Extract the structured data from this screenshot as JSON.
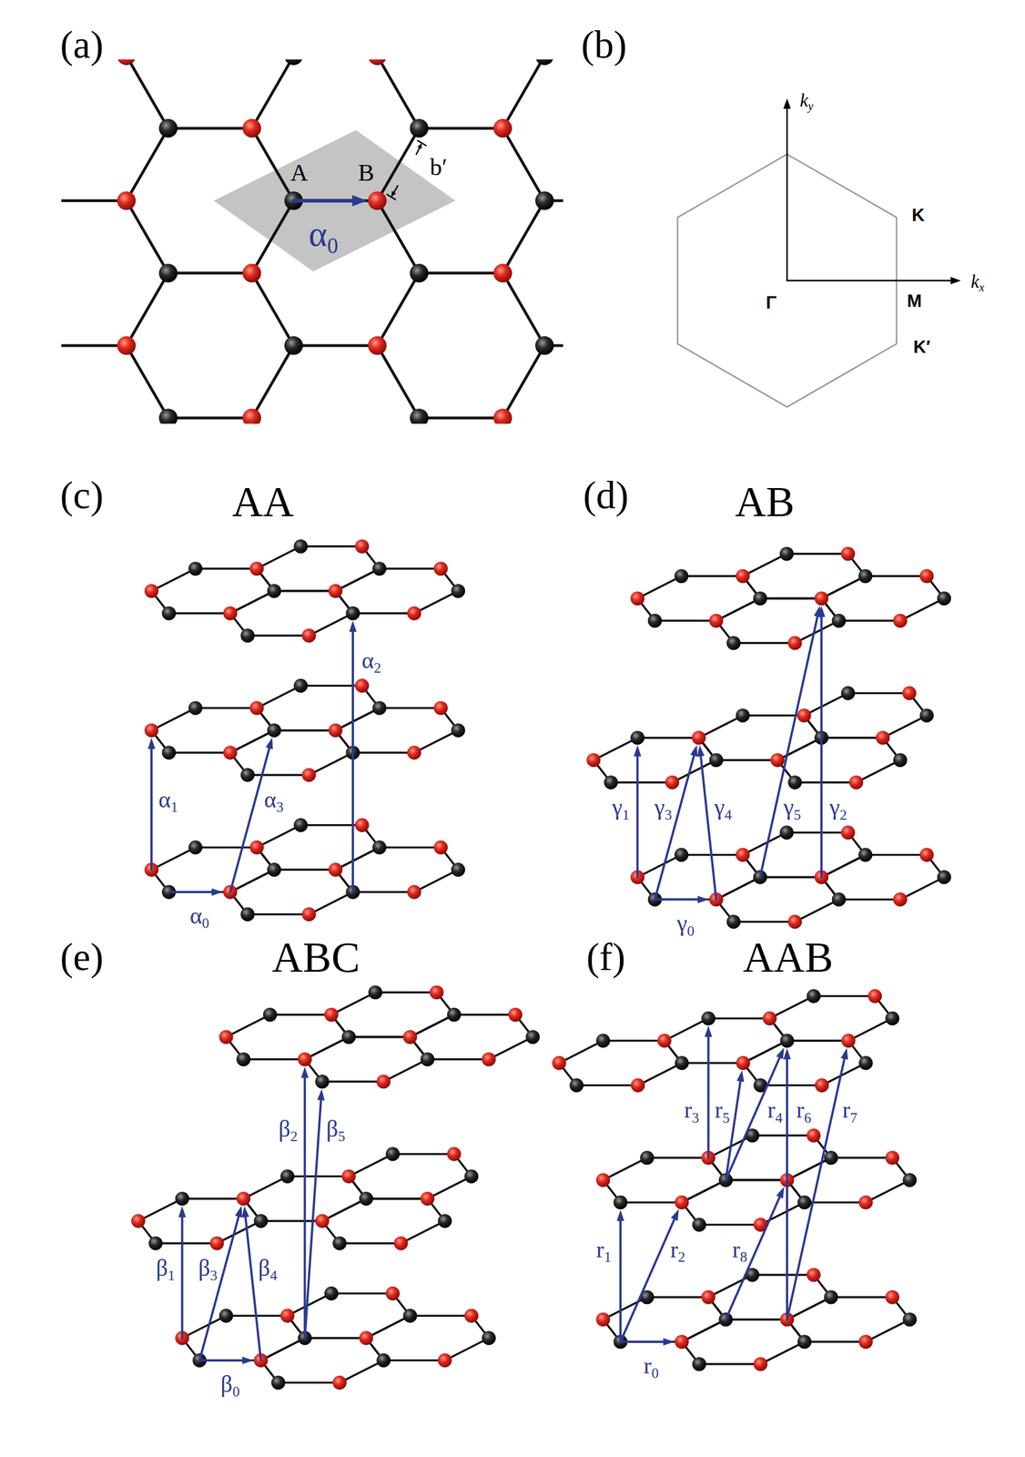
{
  "diagram": {
    "labels": [
      "(a)",
      "(b)",
      "A",
      "B",
      "b′",
      "α0",
      "ky",
      "K",
      "Γ",
      "M",
      "kx",
      "K′",
      "(c)",
      "AA",
      "(d)",
      "AB",
      "α2",
      "α1",
      "α3",
      "α0",
      "γ5",
      "γ3",
      "γ1",
      "γ4",
      "γ2",
      "γ0",
      "(e)",
      "ABC",
      "(f)",
      "AAB",
      "β2",
      "β5",
      "β1",
      "β3",
      "β4",
      "β0",
      "r3",
      "r5",
      "r4",
      "r6",
      "r7",
      "r1",
      "r2",
      "r8",
      "r0"
    ]
  }
}
